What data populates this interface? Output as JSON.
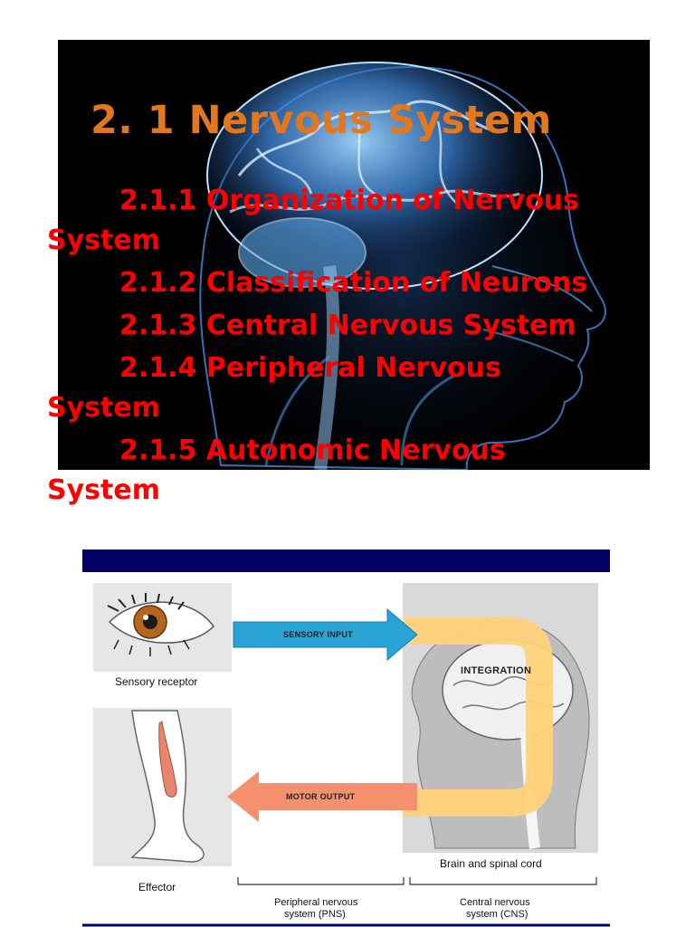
{
  "slide": {
    "title": "2. 1 Nervous System",
    "items": [
      {
        "num": "2.1.1",
        "text": "Organization of Nervous",
        "cont": "System"
      },
      {
        "num": "2.1.2",
        "text": "Classification of Neurons",
        "cont": ""
      },
      {
        "num": "2.1.3",
        "text": "Central Nervous System",
        "cont": ""
      },
      {
        "num": "2.1.4",
        "text": "Peripheral Nervous",
        "cont": "System"
      },
      {
        "num": "2.1.5",
        "text": "Autonomic Nervous",
        "cont": "System"
      }
    ]
  },
  "diagram": {
    "sensory_receptor": "Sensory receptor",
    "sensory_input": "Sensory input",
    "integration": "INTEGRATION",
    "motor_output": "Motor output",
    "effector": "Effector",
    "brain_spinal": "Brain and spinal cord",
    "pns": "Peripheral nervous",
    "pns2": "system (PNS)",
    "cns": "Central nervous",
    "cns2": "system (CNS)"
  },
  "colors": {
    "title": "#e2771e",
    "toc": "#ff0000",
    "banner": "#000066",
    "sensory_arrow": "#29a3d6",
    "motor_arrow": "#f5906f",
    "integration_loop": "#ffd27a"
  }
}
